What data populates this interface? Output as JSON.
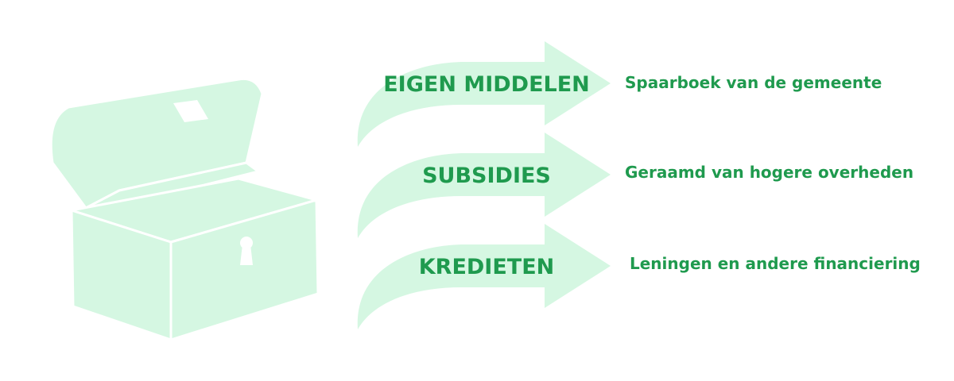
{
  "colors": {
    "shape_fill": "#d5f7e2",
    "text": "#1f9a4e",
    "background": "#ffffff"
  },
  "icon": "treasure-chest-icon",
  "sources": [
    {
      "label": "EIGEN MIDDELEN",
      "description": "Spaarboek van de gemeente"
    },
    {
      "label": "SUBSIDIES",
      "description": "Geraamd van hogere overheden"
    },
    {
      "label": "KREDIETEN",
      "description": "Leningen en andere financiering"
    }
  ]
}
